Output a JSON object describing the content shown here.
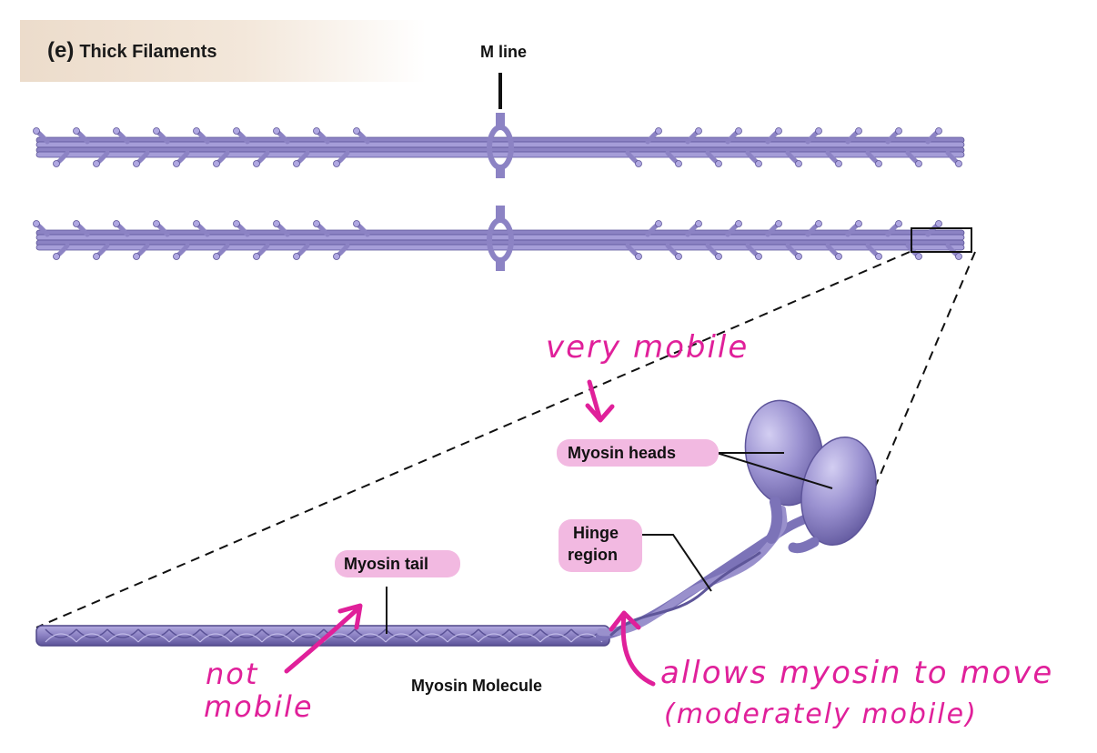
{
  "title": {
    "letter": "(e)",
    "text": "Thick Filaments"
  },
  "labels": {
    "m_line": "M line",
    "myosin_heads": "Myosin heads",
    "hinge_region_line1": "Hinge",
    "hinge_region_line2": "region",
    "myosin_tail": "Myosin tail",
    "myosin_molecule": "Myosin Molecule"
  },
  "annotations": {
    "very_mobile": "very mobile",
    "not_mobile_line1": "not",
    "not_mobile_line2": "mobile",
    "allows_line1": "allows myosin to move",
    "allows_line2": "(moderately mobile)"
  },
  "colors": {
    "filament": "#8c83c4",
    "filament_dark": "#5a5296",
    "highlight": "#f2b9e1",
    "handwriting": "#e0209a"
  }
}
